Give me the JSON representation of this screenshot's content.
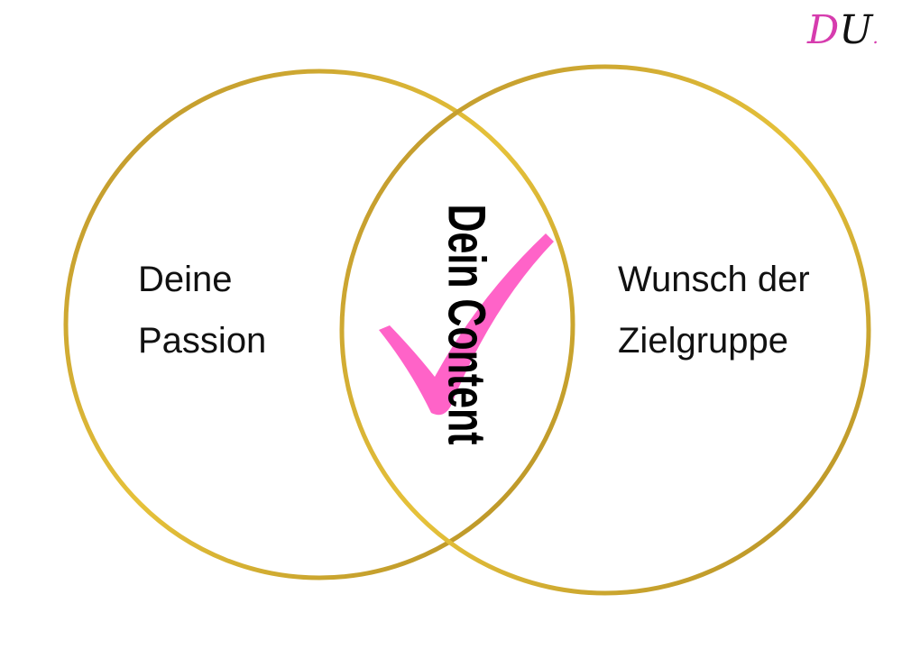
{
  "logo": {
    "d": "D",
    "u": "U",
    "dot": "."
  },
  "left_circle": {
    "line1": "Deine",
    "line2": "Passion"
  },
  "right_circle": {
    "line1": "Wunsch der",
    "line2": "Zielgruppe"
  },
  "intersection": {
    "label": "Dein Content"
  },
  "colors": {
    "circle": "#c9a22c",
    "check": "#ff63c8",
    "logo_accent": "#d63cae"
  }
}
